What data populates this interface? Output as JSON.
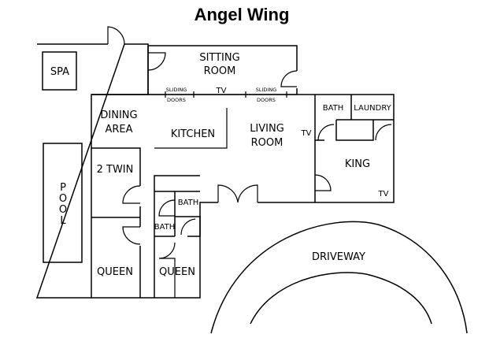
{
  "title": "Angel Wing",
  "rooms": {
    "spa": "SPA",
    "sitting_room_line1": "SITTING",
    "sitting_room_line2": "ROOM",
    "sliding_doors_left_line1": "SLIDING",
    "sliding_doors_left_line2": "DOORS",
    "sliding_doors_right_line1": "SLIDING",
    "sliding_doors_right_line2": "DOORS",
    "tv_sitting": "TV",
    "dining_line1": "DINING",
    "dining_line2": "AREA",
    "kitchen": "KITCHEN",
    "living_line1": "LIVING",
    "living_line2": "ROOM",
    "tv_living": "TV",
    "bath_king": "BATH",
    "laundry": "LAUNDRY",
    "king": "KING",
    "tv_king": "TV",
    "two_twin": "2 TWIN",
    "pool_p": "P",
    "pool_o1": "O",
    "pool_o2": "O",
    "pool_l": "L",
    "bath_upper": "BATH",
    "bath_lower": "BATH",
    "queen_left": "QUEEN",
    "queen_right": "QUEEN",
    "driveway": "DRIVEWAY"
  }
}
